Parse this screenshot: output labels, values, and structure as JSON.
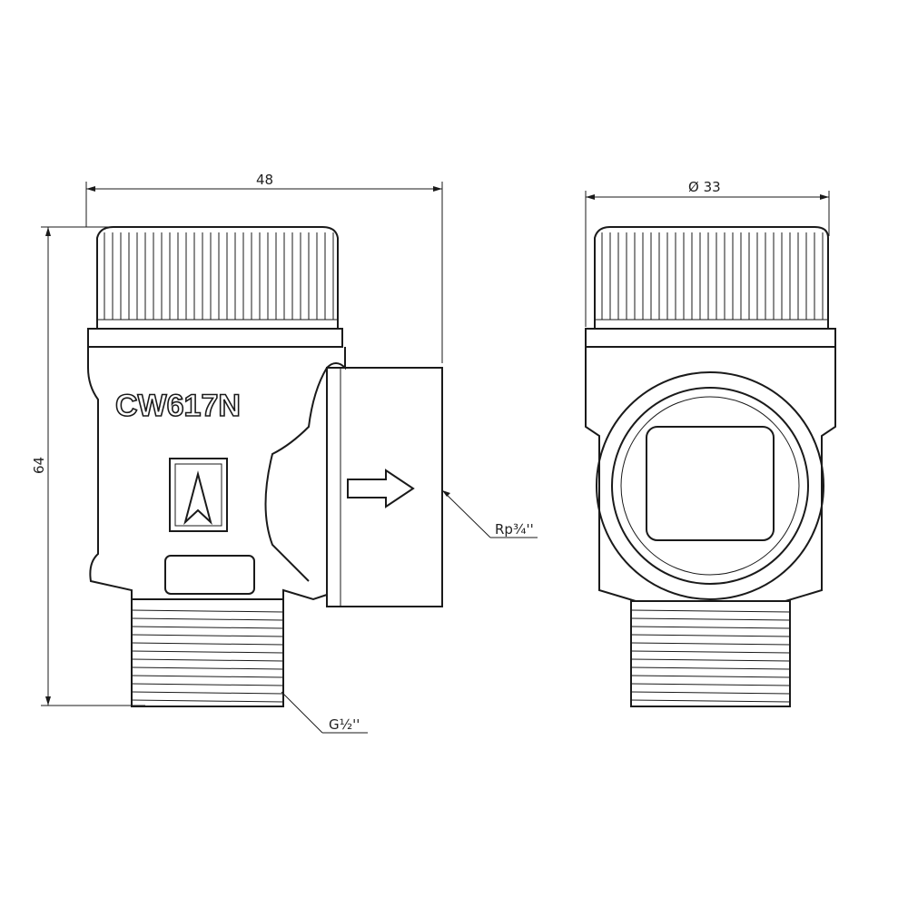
{
  "dimensions": {
    "width": "48",
    "height": "64",
    "diameter": "Ø 33",
    "outlet_thread": "Rp¾''",
    "inlet_thread": "G½''"
  },
  "body_marking": "CW617N",
  "colors": {
    "line": "#1a1a1a",
    "background": "#ffffff"
  }
}
